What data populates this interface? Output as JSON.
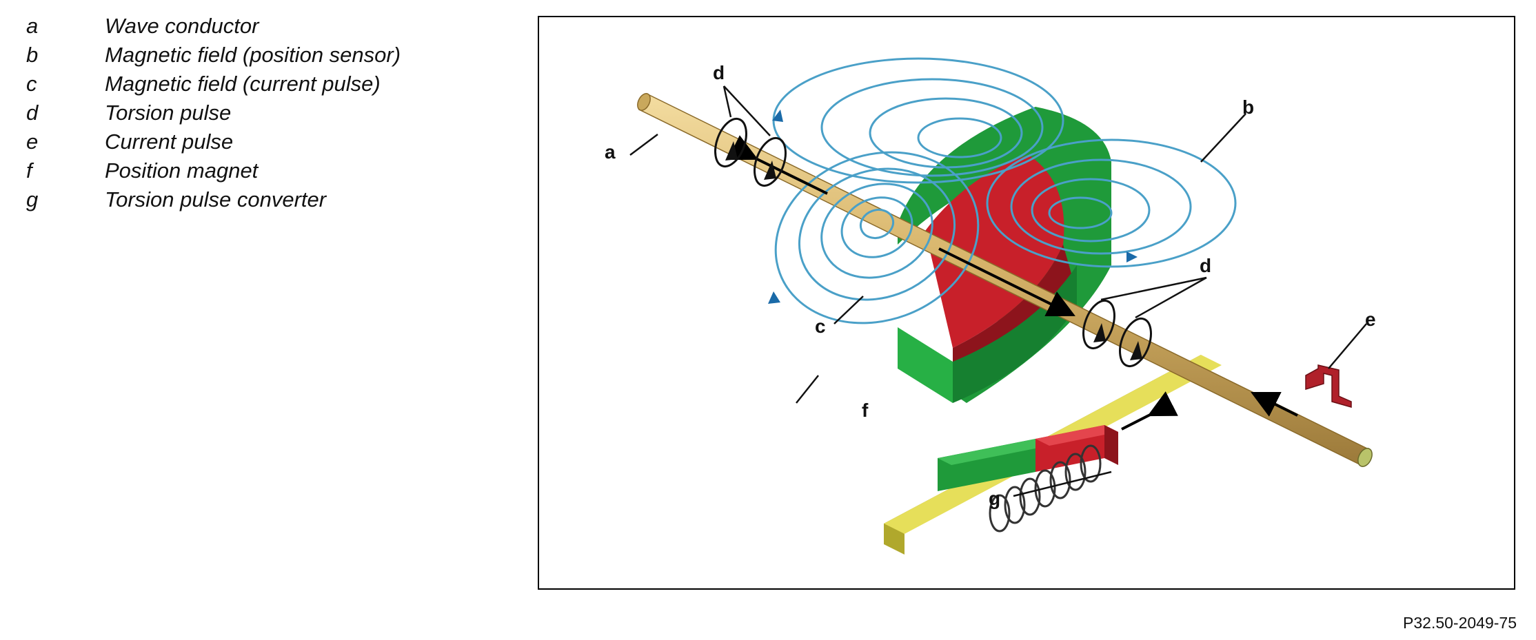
{
  "legend": [
    {
      "key": "a",
      "text": "Wave conductor"
    },
    {
      "key": "b",
      "text": "Magnetic field (position sensor)"
    },
    {
      "key": "c",
      "text": "Magnetic field (current pulse)"
    },
    {
      "key": "d",
      "text": "Torsion pulse"
    },
    {
      "key": "e",
      "text": "Current pulse"
    },
    {
      "key": "f",
      "text": "Position magnet"
    },
    {
      "key": "g",
      "text": "Torsion pulse converter"
    }
  ],
  "diagram": {
    "labels": {
      "a": "a",
      "b": "b",
      "c": "c",
      "d_upper": "d",
      "d_lower": "d",
      "e": "e",
      "f": "f",
      "g": "g"
    },
    "colors": {
      "rod": "#d7b46a",
      "magnet_green": "#1f9a3a",
      "magnet_red": "#c8202a",
      "converter_yellow": "#c9c23a",
      "field_lines": "#4aa0c8",
      "pulse_marker": "#b0202a"
    }
  },
  "reference": "P32.50-2049-75"
}
